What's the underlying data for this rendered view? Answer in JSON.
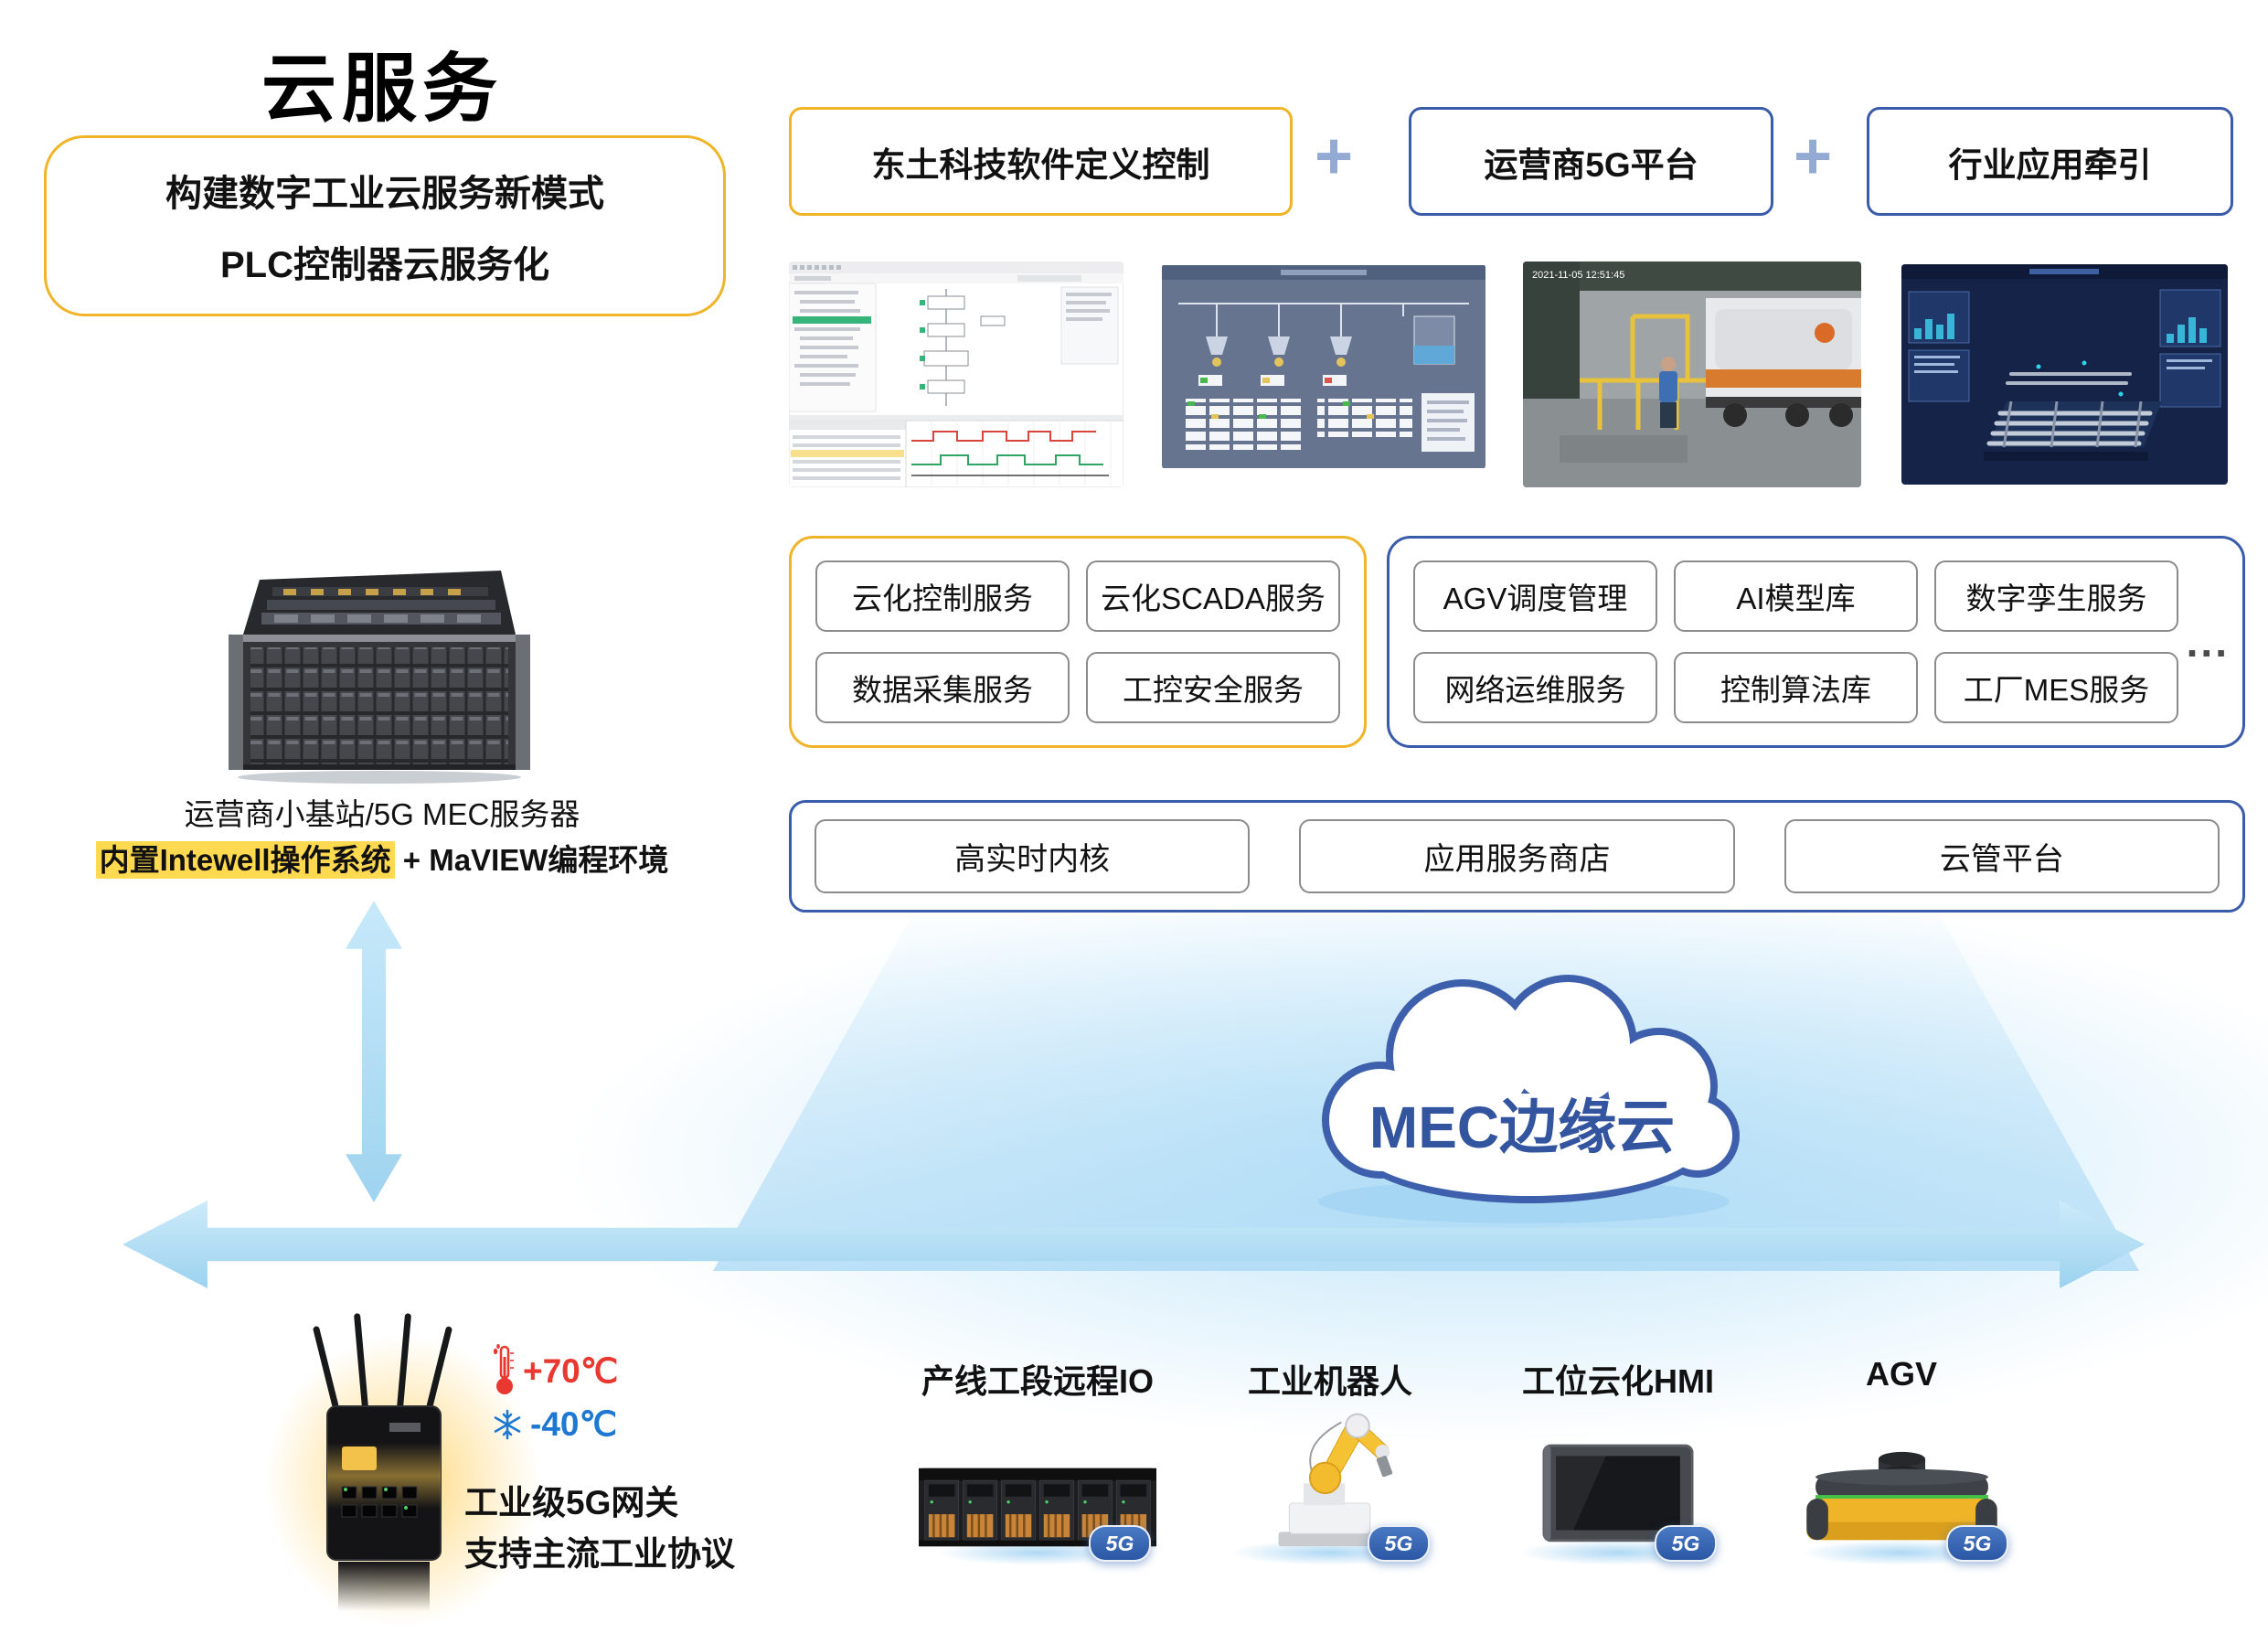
{
  "colors": {
    "accent_yellow": "#F0B429",
    "accent_blue": "#3A5BA9",
    "arrow_blue": "#A9DAF4",
    "badge_blue": "#2E5FA9",
    "highlight_yellow": "#FFD94F",
    "temp_hot_red": "#E8382F",
    "temp_cold_blue": "#1E78D2"
  },
  "header": {
    "title": "云服务",
    "box_line1": "构建数字工业云服务新模式",
    "box_line2": "PLC控制器云服务化"
  },
  "pillars": {
    "plus": "+",
    "items": [
      {
        "label": "东土科技软件定义控制"
      },
      {
        "label": "运营商5G平台"
      },
      {
        "label": "行业应用牵引"
      }
    ]
  },
  "screenshots": {
    "timestamp": "2021-11-05 12:51:45"
  },
  "server": {
    "caption": "运营商小基站/5G MEC服务器",
    "subcaption_highlight": "内置Intewell操作系统",
    "subcaption_rest": " + MaVIEW编程环境"
  },
  "services": {
    "yellow_group": [
      {
        "label": "云化控制服务"
      },
      {
        "label": "云化SCADA服务"
      },
      {
        "label": "数据采集服务"
      },
      {
        "label": "工控安全服务"
      }
    ],
    "blue_group": [
      {
        "label": "AGV调度管理"
      },
      {
        "label": "AI模型库"
      },
      {
        "label": "数字孪生服务"
      },
      {
        "label": "网络运维服务"
      },
      {
        "label": "控制算法库"
      },
      {
        "label": "工厂MES服务"
      }
    ],
    "ellipsis": "..."
  },
  "platform": {
    "items": [
      {
        "label": "高实时内核"
      },
      {
        "label": "应用服务商店"
      },
      {
        "label": "云管平台"
      }
    ]
  },
  "cloud": {
    "label": "MEC边缘云"
  },
  "gateway": {
    "temp_high": "+70℃",
    "temp_low": "-40℃",
    "caption1": "工业级5G网关",
    "caption2": "支持主流工业协议"
  },
  "devices": [
    {
      "label": "产线工段远程IO",
      "badge": "5G"
    },
    {
      "label": "工业机器人",
      "badge": "5G"
    },
    {
      "label": "工位云化HMI",
      "badge": "5G"
    },
    {
      "label": "AGV",
      "badge": "5G"
    }
  ]
}
